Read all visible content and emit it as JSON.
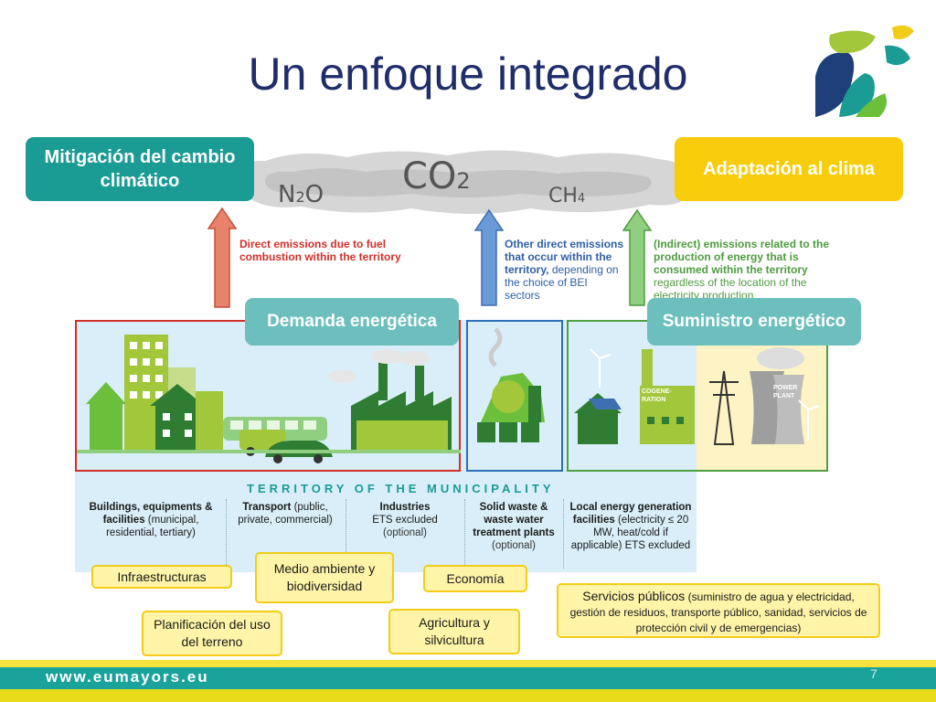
{
  "title": "Un enfoque integrado",
  "pills": {
    "mitigation": "Mitigación del cambio climático",
    "adaptation": "Adaptación al clima",
    "demand": "Demanda energética",
    "supply": "Suministro energético"
  },
  "gases": {
    "co2": "CO",
    "co2_sub": "2",
    "n2o_a": "N",
    "n2o_sub": "2",
    "n2o_b": "O",
    "ch4": "CH",
    "ch4_sub": "4"
  },
  "notes": {
    "direct": "Direct emissions due to fuel combustion within the territory",
    "other_bold": "Other direct emissions that occur within the territory,",
    "other_normal": "depending on the choice of BEI sectors",
    "indirect_bold": "(Indirect) emissions related to the production of energy that is consumed within the territory",
    "indirect_normal": "regardless of the location of the electricity production"
  },
  "territory_label": "TERRITORY OF THE MUNICIPALITY",
  "illustration_labels": {
    "cogeneration": "COGENE-RATION",
    "power_plant": "POWER PLANT"
  },
  "columns": [
    {
      "bold": "Buildings, equipments & facilities",
      "normal": " (municipal, residential, tertiary)"
    },
    {
      "bold": "Transport",
      "normal": " (public, private, commercial)"
    },
    {
      "bold": "Industries",
      "normal": "ETS excluded",
      "optional": "(optional)"
    },
    {
      "bold": "Solid waste & waste water treatment plants",
      "optional": "(optional)"
    },
    {
      "bold": "Local energy generation facilities",
      "normal": " (electricity ≤ 20 MW, heat/cold if applicable) ETS excluded"
    }
  ],
  "sectors": {
    "infra": "Infraestructuras",
    "medio": "Medio ambiente y biodiversidad",
    "economia": "Economía",
    "servicios_main": "Servicios públicos",
    "servicios_detail": " (suministro de agua y electricidad, gestión de residuos, transporte público, sanidad, servicios de protección civil y de emergencias)",
    "planificacion": "Planificación del uso del terreno",
    "agricultura": "Agricultura y silvicultura"
  },
  "footer": {
    "url": "www.eumayors.eu",
    "page": "7"
  },
  "colors": {
    "teal": "#1a9b93",
    "yellow": "#f7cd0b",
    "red_arrow": "#e8826c",
    "blue_arrow": "#6a9bd8",
    "green_arrow": "#8fcf7f",
    "navy": "#1f2d6b"
  }
}
